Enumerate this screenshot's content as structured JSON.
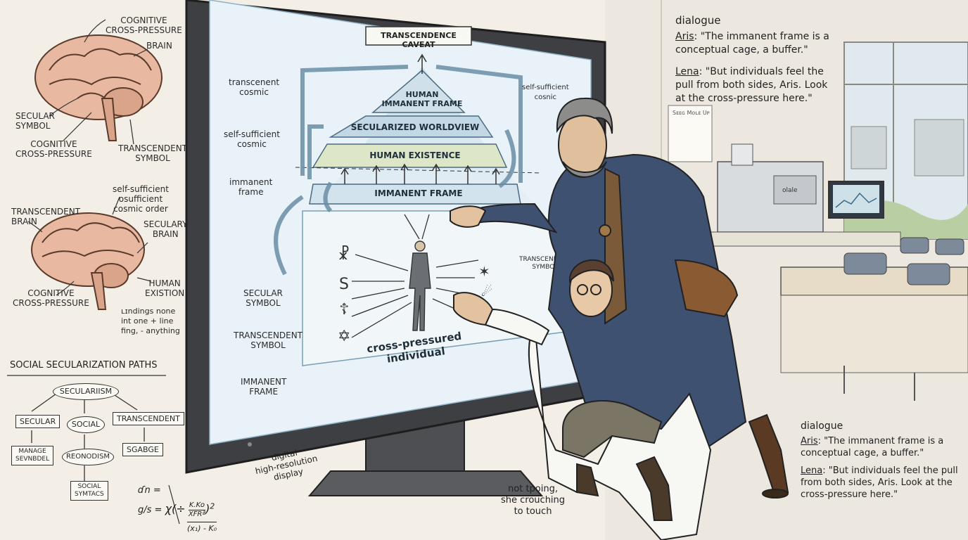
{
  "brain_top": {
    "labels": {
      "cognitive_cross_pressure_1": "COGNITIVE\nCROSS-PRESSURE",
      "brain": "BRAIN",
      "secular_symbol": "SECULAR\nSYMBOL",
      "cognitive_cross_pressure_2": "COGNITIVE\nCROSS-PRESSURE",
      "transcendent_symbol": "TRANSCENDENT\nSYMBOL"
    }
  },
  "brain_mid": {
    "labels": {
      "self_sufficient": "self-sufficient\nosufficient\ncosmic order",
      "transcendent_brain": "TRANSCENDENT\nBRAIN",
      "secular_brain": "SECULARY\nBRAIN",
      "human_existion": "HUMAN\nEXISTION",
      "cognitive_cross_pressure": "COGNITIVE\nCROSS-PRESSURE",
      "scribble": "ʟɪndings none\nint one + line\nfing, - anything"
    }
  },
  "secularization_paths": {
    "title": "SOCIAL SECULARIZATION PATHS",
    "root": "SECULARIISM",
    "branches": [
      "SECULAR",
      "SOCIAL",
      "TRANSCENDENT"
    ],
    "sub": {
      "manage": "MANAGE\nSEVNBDEL",
      "reonodism": "REONODISM",
      "sgabge": "SGABGE",
      "social_symtacs": "SOCIAL\nSYMTACS"
    }
  },
  "formula": {
    "line1": "ɗn = ",
    "line2": "g/s = ",
    "fraction_top": "K.Ko",
    "fraction_bottom": "XFRª",
    "exp": "2",
    "denominator": "(x₁) - K₀"
  },
  "screen": {
    "caveat": "TRANSCENDENCE CAVEAT",
    "tiers": [
      "HUMAN\nIMMANENT FRAME",
      "SECULARIZED WORLDVIEW",
      "HUMAN EXISTENCE",
      "IMMANENT FRAME"
    ],
    "side_labels": {
      "transcenent_cosmic": "transcenent\ncosmic",
      "self_sufficient_cosmic": "self-sufficient\ncosmic",
      "immanent_frame": "immanent\nframe",
      "self_sufficient_right": "self-sufficient\ncosnic",
      "secular_symbol": "SECULAR\nSYMBOL",
      "transcendent_symbol": "TRANSCENDENT\nSYMBOL",
      "immanent_frame_low": "IMMANENT\nFRAME",
      "transcendent_symbol_right": "TRANSCENDENT\nSYMBOL"
    },
    "individual_label": "cross-pressured\nindividual",
    "symbols": [
      "☧",
      "S",
      "☦",
      "✡",
      "✶",
      "☄"
    ]
  },
  "display_note": "digital\nhigh-resolution\ndisplay",
  "crouch_note": "not tpoing,\nshe crouching\nto touch",
  "dialogue_top": {
    "heading": "dialogue",
    "lines": [
      {
        "speaker": "Aris",
        "text": "\"The immanent frame is a conceptual cage, a buffer.\""
      },
      {
        "speaker": "Lena",
        "text": "\"But individuals feel the pull from both sides, Aris. Look at the cross-pressure here.\""
      }
    ]
  },
  "dialogue_bottom": {
    "heading": "dialogue",
    "lines": [
      {
        "speaker": "Aris",
        "text": "\"The immanent frame is a conceptual cage, a buffer.\""
      },
      {
        "speaker": "Lena",
        "text": "\"But individuals feel the pull from both sides, Aris. Look at the cross-pressure here.\""
      }
    ]
  },
  "poster": "Sᴇᴇɢ Mᴏʟᴇ Uᴘ",
  "machine_label": "olale"
}
